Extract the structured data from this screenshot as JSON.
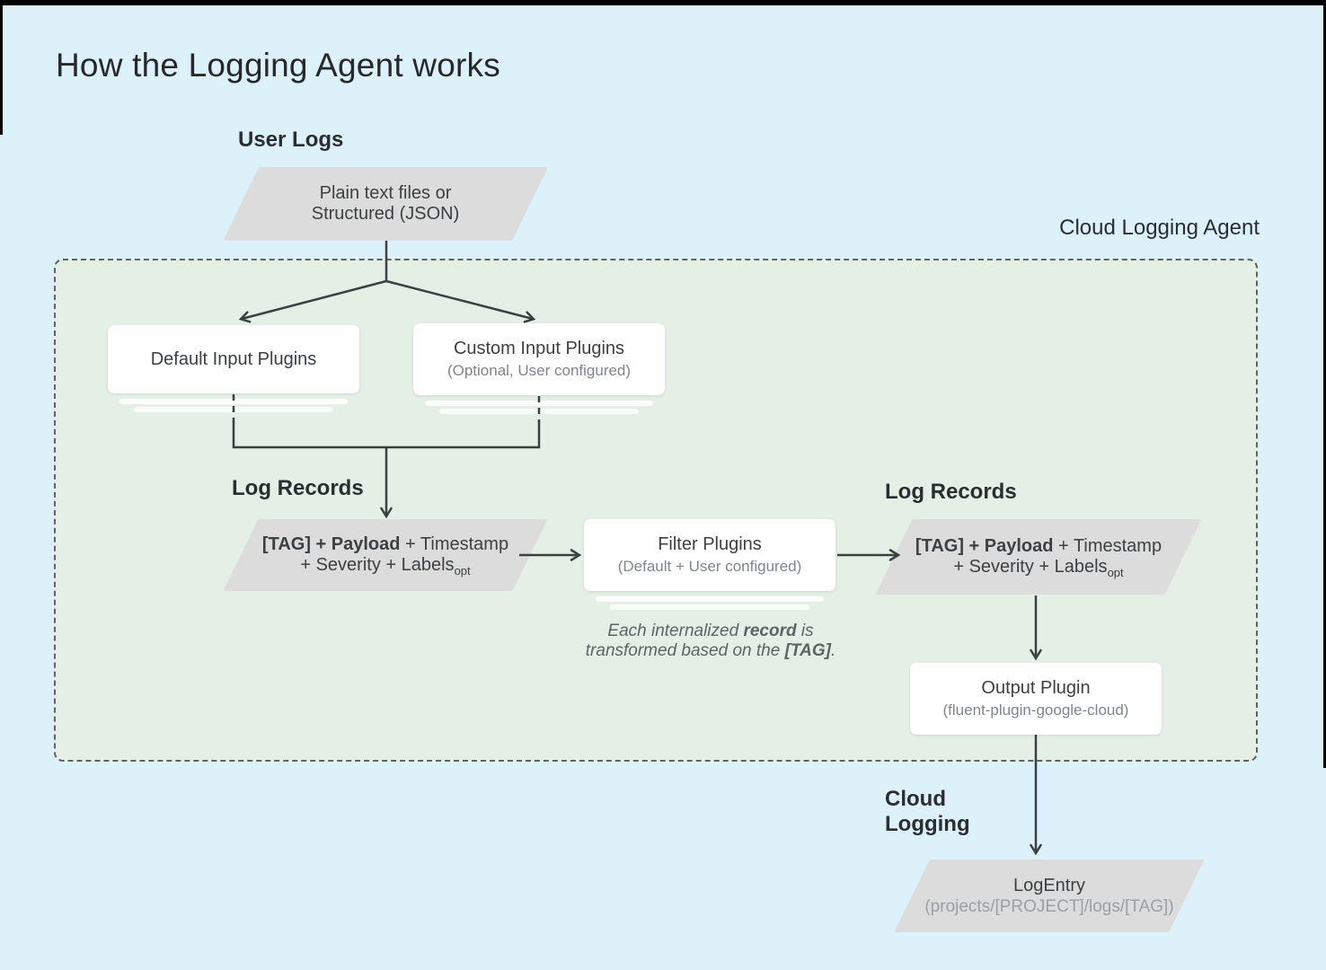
{
  "title": "How the Logging Agent works",
  "labels": {
    "user_logs": "User Logs",
    "cloud_logging_agent": "Cloud Logging Agent",
    "log_records_left": "Log Records",
    "log_records_right": "Log Records",
    "cloud_logging_line1": "Cloud",
    "cloud_logging_line2": "Logging"
  },
  "nodes": {
    "user_logs_input": {
      "line1": "Plain text files or",
      "line2": "Structured (JSON)"
    },
    "default_input_plugins": {
      "title": "Default Input Plugins"
    },
    "custom_input_plugins": {
      "title": "Custom Input Plugins",
      "subtitle": "(Optional, User configured)"
    },
    "log_record_left": {
      "bold": "[TAG] + Payload",
      "rest": " + Timestamp",
      "line2_text": "+ Severity + Labels",
      "line2_sub": "opt"
    },
    "filter_plugins": {
      "title": "Filter Plugins",
      "subtitle": "(Default + User configured)"
    },
    "log_record_right": {
      "bold": "[TAG] + Payload",
      "rest": " + Timestamp",
      "line2_text": "+ Severity + Labels",
      "line2_sub": "opt"
    },
    "output_plugin": {
      "title": "Output Plugin",
      "subtitle": "(fluent-plugin-google-cloud)"
    },
    "log_entry": {
      "title": "LogEntry",
      "subtitle": "(projects/[PROJECT]/logs/[TAG])"
    }
  },
  "note": {
    "part1": "Each internalized ",
    "bold1": "record",
    "part2": " is transformed based on the ",
    "bold2": "[TAG]",
    "part3": "."
  },
  "colors": {
    "page_bg": "#ddf1fb",
    "agent_region_bg": "#e4efe5",
    "agent_region_border": "#5f6368",
    "shape_gray": "#dcdcdc",
    "node_bg": "#ffffff",
    "line": "#3c4043",
    "text_primary": "#3c4043",
    "text_heading": "#26282b",
    "text_secondary": "#80868b",
    "text_note": "#5f6368",
    "text_muted": "#9aa0a6",
    "edge_black": "#000000"
  }
}
